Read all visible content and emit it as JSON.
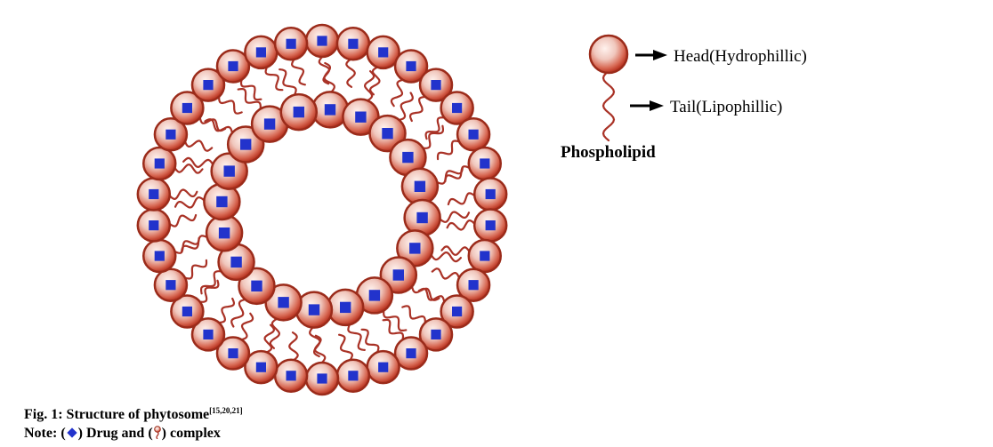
{
  "legend": {
    "head_label": "Head(Hydrophillic)",
    "tail_label": "Tail(Lipophillic)",
    "phospholipid_label": "Phospholipid"
  },
  "caption": {
    "title_text": "Fig. 1: Structure of phytosome",
    "title_refs": "[15,20,21]",
    "note_prefix": "Note: (",
    "note_drug": ") Drug and (",
    "note_complex": ") complex"
  },
  "colors": {
    "head_fill": "#c0392b",
    "head_stroke": "#9b2b1a",
    "tail": "#a93226",
    "drug": "#2233cc"
  },
  "icons": {
    "drug": "blue-square-drug-icon",
    "complex": "phospholipid-complex-icon"
  }
}
